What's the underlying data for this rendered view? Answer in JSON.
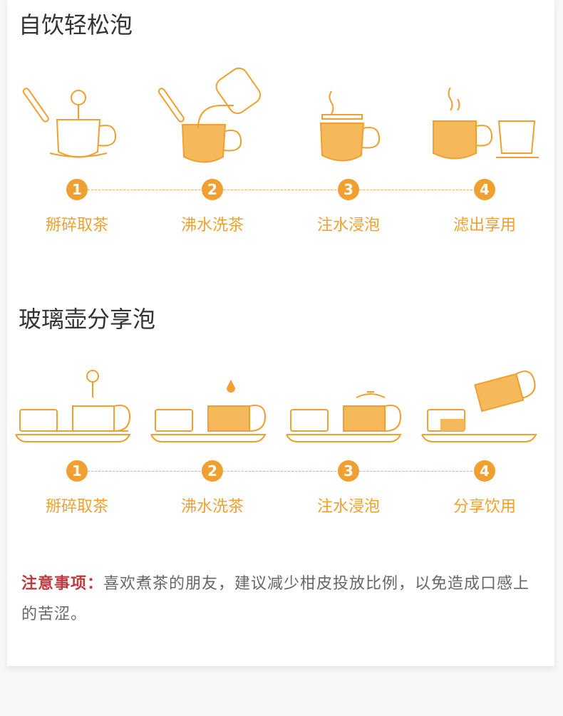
{
  "section1": {
    "title": "自饮轻松泡",
    "steps": [
      {
        "num": "1",
        "label": "掰碎取茶"
      },
      {
        "num": "2",
        "label": "沸水洗茶"
      },
      {
        "num": "3",
        "label": "注水浸泡"
      },
      {
        "num": "4",
        "label": "滤出享用"
      }
    ]
  },
  "section2": {
    "title": "玻璃壶分享泡",
    "steps": [
      {
        "num": "1",
        "label": "掰碎取茶"
      },
      {
        "num": "2",
        "label": "沸水洗茶"
      },
      {
        "num": "3",
        "label": "注水浸泡"
      },
      {
        "num": "4",
        "label": "分享饮用"
      }
    ]
  },
  "notice": {
    "label": "注意事项：",
    "text": "喜欢煮茶的朋友，建议减少柑皮投放比例，以免造成口感上的苦涩。"
  },
  "colors": {
    "accent": "#f0a030",
    "warning": "#c0393b"
  }
}
